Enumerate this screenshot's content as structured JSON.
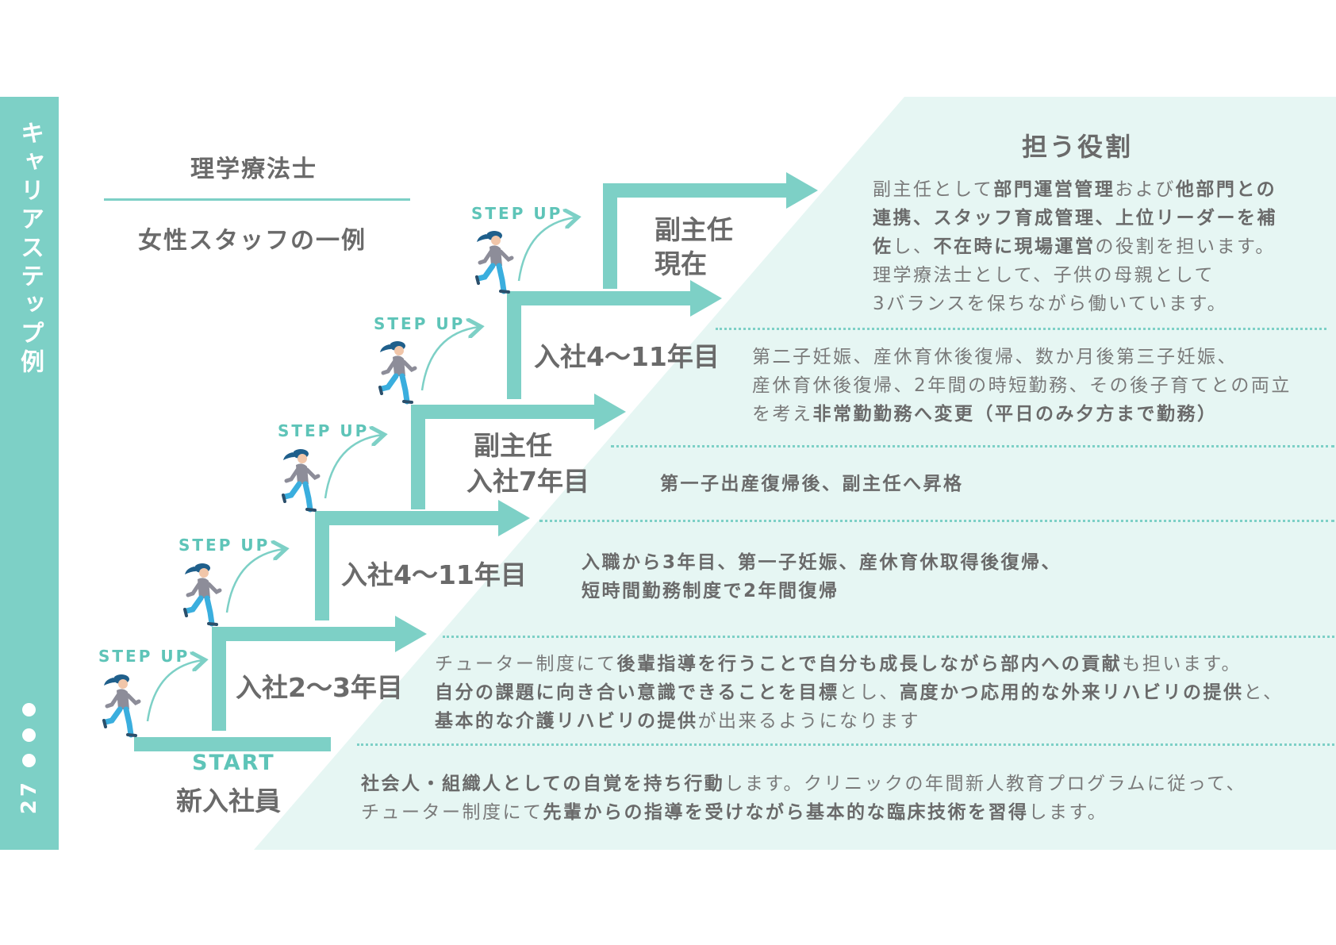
{
  "sidebar": {
    "title": "キャリアステップ例",
    "page_number": "27"
  },
  "header": {
    "title": "理学療法士",
    "subtitle": "女性スタッフの一例",
    "role_heading": "担う役割"
  },
  "step_up_label": "STEP UP",
  "start_label": "START",
  "stages": [
    {
      "label": "新入社員"
    },
    {
      "label": "入社2〜3年目"
    },
    {
      "label": "入社4〜11年目"
    },
    {
      "label_line1": "副主任",
      "label_line2": "入社7年目"
    },
    {
      "label": "入社4〜11年目"
    },
    {
      "label_line1": "副主任",
      "label_line2": "現在"
    }
  ],
  "descriptions": {
    "d1": {
      "l1": [
        {
          "t": "社会人・組織人としての自覚を持ち行動",
          "b": true
        },
        {
          "t": "します。クリニックの年間新人教育プログラムに従って、",
          "b": false
        }
      ],
      "l2": [
        {
          "t": "チューター制度にて",
          "b": false
        },
        {
          "t": "先輩からの指導を受けながら基本的な臨床技術を習得",
          "b": true
        },
        {
          "t": "します。",
          "b": false
        }
      ]
    },
    "d2": {
      "l1": [
        {
          "t": "チューター制度にて",
          "b": false
        },
        {
          "t": "後輩指導を行うことで自分も成長しながら部内への貢献",
          "b": true
        },
        {
          "t": "も担います。",
          "b": false
        }
      ],
      "l2": [
        {
          "t": "自分の課題に向き合い意識できることを目標",
          "b": true
        },
        {
          "t": "とし、",
          "b": false
        },
        {
          "t": "高度かつ応用的な外来リハビリの提供",
          "b": true
        },
        {
          "t": "と、",
          "b": false
        }
      ],
      "l3": [
        {
          "t": "基本的な介護リハビリの提供",
          "b": true
        },
        {
          "t": "が出来るようになります",
          "b": false
        }
      ]
    },
    "d3": {
      "l1": "入職から3年目、第一子妊娠、産休育休取得後復帰、",
      "l2": "短時間勤務制度で2年間復帰"
    },
    "d4": {
      "l1": "第一子出産復帰後、副主任へ昇格"
    },
    "d5": {
      "l1": "第二子妊娠、産休育休後復帰、数か月後第三子妊娠、",
      "l2": "産休育休後復帰、2年間の時短勤務、その後子育てとの両立",
      "l3": [
        {
          "t": "を考え",
          "b": false
        },
        {
          "t": "非常勤勤務へ変更（平日のみ夕方まで勤務）",
          "b": true
        }
      ]
    },
    "d6": {
      "l1": [
        {
          "t": "副主任として",
          "b": false
        },
        {
          "t": "部門運営管理",
          "b": true
        },
        {
          "t": "および",
          "b": false
        },
        {
          "t": "他部門との",
          "b": true
        }
      ],
      "l2": [
        {
          "t": "連携、スタッフ育成管理、上位リーダーを補",
          "b": true
        }
      ],
      "l3": [
        {
          "t": "佐",
          "b": true
        },
        {
          "t": "し、",
          "b": false
        },
        {
          "t": "不在時に現場運営",
          "b": true
        },
        {
          "t": "の役割を担います。",
          "b": false
        }
      ],
      "l4": "理学療法士として、子供の母親として",
      "l5": "3バランスを保ちながら働いています。"
    }
  },
  "colors": {
    "accent": "#7dd0c6",
    "accent_text": "#5ec4b8",
    "panel": "#e6f6f3",
    "text": "#6a6a6a",
    "runner_hair": "#1f5f8b",
    "runner_shirt": "#8d8d99",
    "runner_pants": "#3aaede"
  }
}
